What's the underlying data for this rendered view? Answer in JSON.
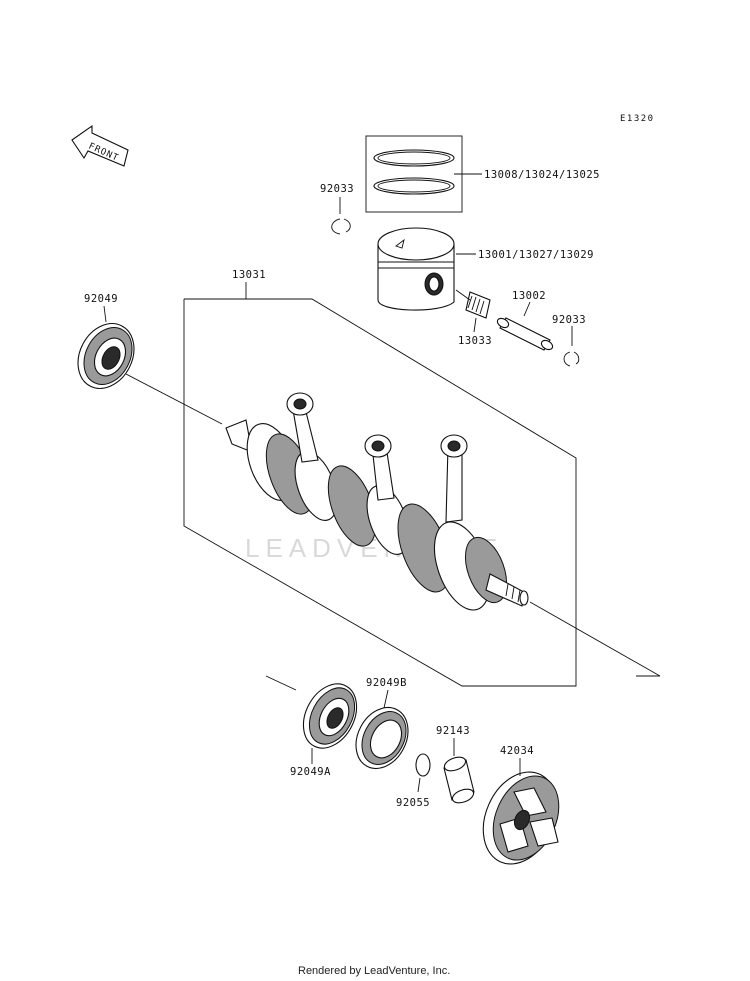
{
  "diagram_code": "E1320",
  "front_label": "FRONT",
  "watermark": "LEADVENTURE",
  "footer": "Rendered by LeadVenture, Inc.",
  "labels": {
    "piston_rings": "13008/13024/13025",
    "circlip_left": "92033",
    "piston": "13001/13027/13029",
    "crankshaft_assembly": "13031",
    "oil_seal_left": "92049",
    "piston_pin": "13002",
    "circlip_right": "92033",
    "needle_bearing": "13033",
    "oil_seal_bottom": "92049A",
    "bearing": "92049B",
    "collar": "92143",
    "o_ring": "92055",
    "coupling": "42034"
  }
}
